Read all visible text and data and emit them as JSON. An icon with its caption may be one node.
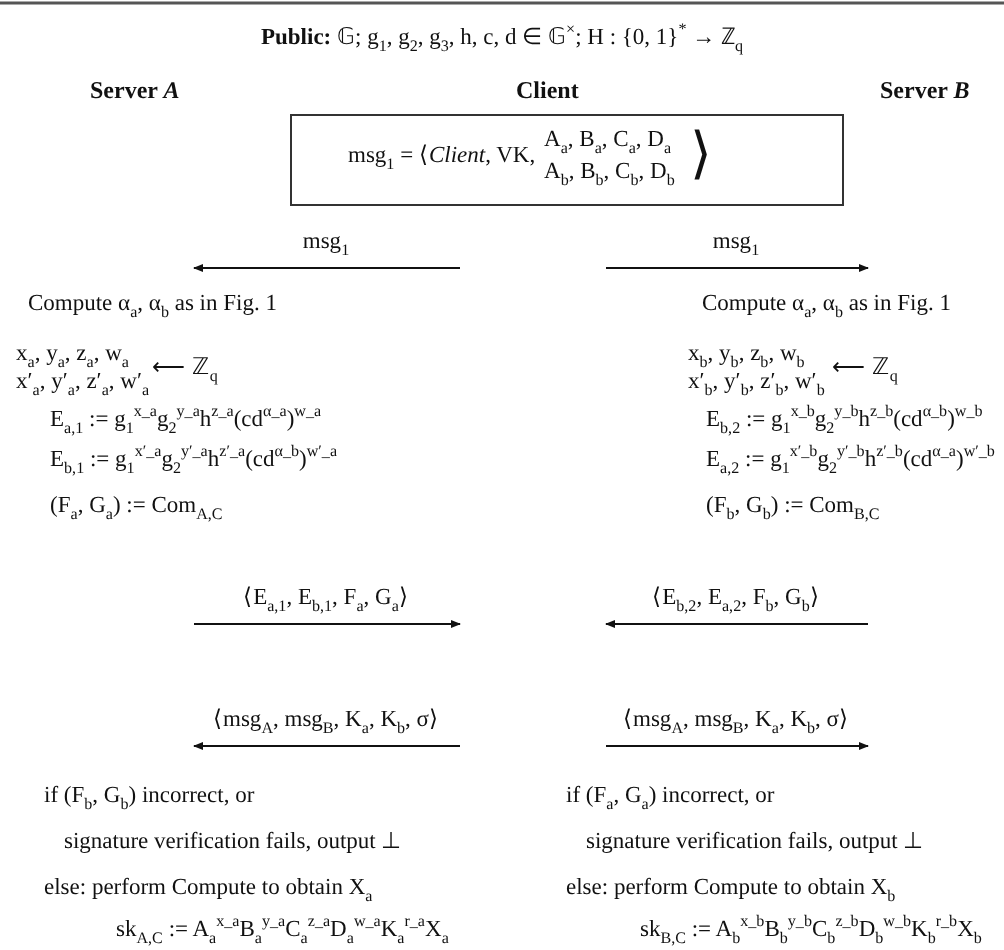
{
  "diagram": {
    "title": "**Public:** 𝔾;  g$_{1}$, g$_{2}$, g$_{3}$, h, c, d ∈ 𝔾$^{×}$;  H : {0, 1}$^{*}$ → ℤ$_{q}$",
    "nodes": [
      {
        "text": [
          "Server *A*"
        ]
      },
      {
        "text": [
          "Client"
        ]
      },
      {
        "text": [
          "Server *B*"
        ]
      },
      {
        "text": [
          "msg$_{1}$ = ⟨*Client*, VK,",
          "A$_{a}$, B$_{a}$, C$_{a}$, D$_{a}$",
          "A$_{b}$, B$_{b}$, C$_{b}$, D$_{b}$",
          "⟩"
        ]
      },
      {
        "text": [
          "Compute α$_{a}$, α$_{b}$ as in Fig. 1",
          "x$_{a}$, y$_{a}$, z$_{a}$, w$_{a}$",
          "⟵ ℤ$_{q}$",
          "x′$_{a}$, y′$_{a}$, z′$_{a}$, w′$_{a}$",
          "E$_{a,1}$ := g$_{1}$$^{x_a}$g$_{2}$$^{y_a}$h$^{z_a}$(cd$^{α_a}$)$^{w_a}$",
          "E$_{b,1}$ := g$_{1}$$^{x′_a}$g$_{2}$$^{y′_a}$h$^{z′_a}$(cd$^{α_b}$)$^{w′_a}$",
          "(F$_{a}$, G$_{a}$) := Com$_{A,C}$"
        ]
      },
      {
        "text": [
          "Compute α$_{a}$, α$_{b}$ as in Fig. 1",
          "x$_{b}$, y$_{b}$, z$_{b}$, w$_{b}$",
          "⟵ ℤ$_{q}$",
          "x′$_{b}$, y′$_{b}$, z′$_{b}$, w′$_{b}$",
          "E$_{b,2}$ := g$_{1}$$^{x_b}$g$_{2}$$^{y_b}$h$^{z_b}$(cd$^{α_b}$)$^{w_b}$",
          "E$_{a,2}$ := g$_{1}$$^{x′_b}$g$_{2}$$^{y′_b}$h$^{z′_b}$(cd$^{α_a}$)$^{w′_b}$",
          "(F$_{b}$, G$_{b}$) := Com$_{B,C}$"
        ]
      },
      {
        "text": [
          "if (F$_{b}$, G$_{b}$) incorrect, or",
          "signature verification fails, output ⊥",
          "else: perform Compute to obtain X$_{a}$",
          "sk$_{A,C}$ := A$_{a}$$^{x_a}$B$_{a}$$^{y_a}$C$_{a}$$^{z_a}$D$_{a}$$^{w_a}$K$_{a}$$^{r_a}$X$_{a}$"
        ]
      },
      {
        "text": [
          "if (F$_{a}$, G$_{a}$) incorrect, or",
          "signature verification fails, output ⊥",
          "else: perform Compute to obtain X$_{b}$",
          "sk$_{B,C}$ := A$_{b}$$^{x_b}$B$_{b}$$^{y_b}$C$_{b}$$^{z_b}$D$_{b}$$^{w_b}$K$_{b}$$^{r_b}$X$_{b}$"
        ]
      }
    ],
    "edges": [
      {
        "from": null,
        "to": 4,
        "arrow": "to",
        "label": "msg$_{1}$"
      },
      {
        "from": null,
        "to": 5,
        "arrow": "to",
        "label": "msg$_{1}$"
      },
      {
        "from": null,
        "to": 6,
        "arrow": "to",
        "label": "⟨msg$_{A}$, msg$_{B}$, K$_{a}$, K$_{b}$, σ⟩"
      },
      {
        "from": null,
        "to": 7,
        "arrow": "to",
        "label": "⟨msg$_{A}$, msg$_{B}$, K$_{a}$, K$_{b}$, σ⟩"
      }
    ],
    "labels": [
      "⟨E$_{a,1}$, E$_{b,1}$, F$_{a}$, G$_{a}$⟩",
      "⟨E$_{b,2}$, E$_{a,2}$, F$_{b}$, G$_{b}$⟩"
    ]
  }
}
